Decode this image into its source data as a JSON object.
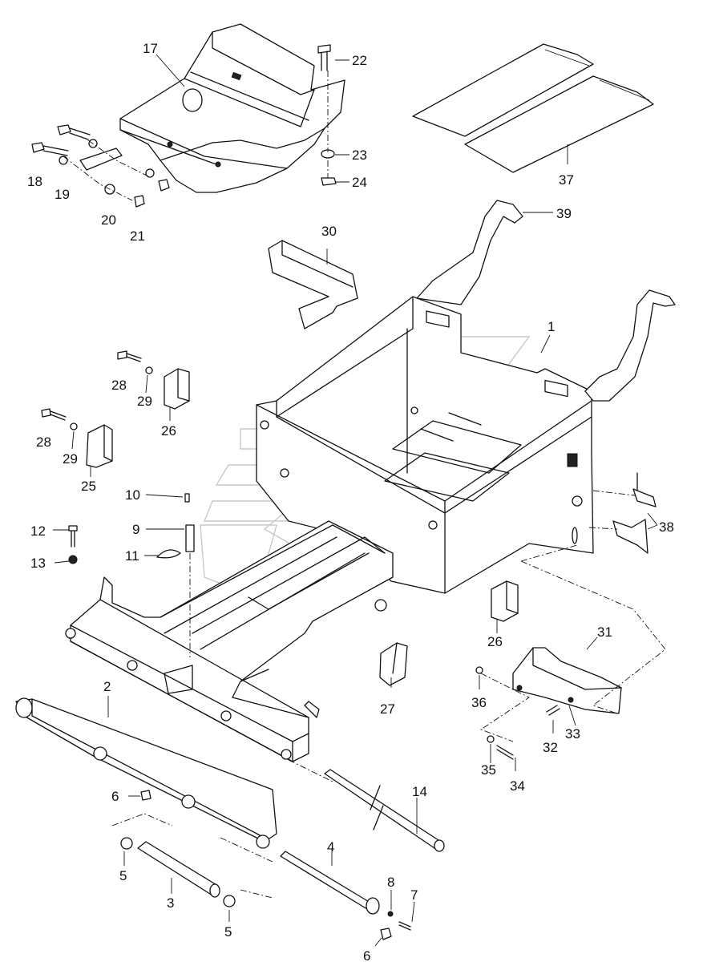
{
  "callouts": [
    {
      "id": "c1",
      "text": "1"
    },
    {
      "id": "c2",
      "text": "2"
    },
    {
      "id": "c3",
      "text": "3"
    },
    {
      "id": "c4",
      "text": "4"
    },
    {
      "id": "c5a",
      "text": "5"
    },
    {
      "id": "c5b",
      "text": "5"
    },
    {
      "id": "c6a",
      "text": "6"
    },
    {
      "id": "c6b",
      "text": "6"
    },
    {
      "id": "c7",
      "text": "7"
    },
    {
      "id": "c8",
      "text": "8"
    },
    {
      "id": "c9",
      "text": "9"
    },
    {
      "id": "c10",
      "text": "10"
    },
    {
      "id": "c11",
      "text": "11"
    },
    {
      "id": "c12",
      "text": "12"
    },
    {
      "id": "c13",
      "text": "13"
    },
    {
      "id": "c14",
      "text": "14"
    },
    {
      "id": "c17",
      "text": "17"
    },
    {
      "id": "c18",
      "text": "18"
    },
    {
      "id": "c19",
      "text": "19"
    },
    {
      "id": "c20",
      "text": "20"
    },
    {
      "id": "c21",
      "text": "21"
    },
    {
      "id": "c22",
      "text": "22"
    },
    {
      "id": "c23",
      "text": "23"
    },
    {
      "id": "c24",
      "text": "24"
    },
    {
      "id": "c25",
      "text": "25"
    },
    {
      "id": "c26a",
      "text": "26"
    },
    {
      "id": "c26b",
      "text": "26"
    },
    {
      "id": "c27",
      "text": "27"
    },
    {
      "id": "c28a",
      "text": "28"
    },
    {
      "id": "c28b",
      "text": "28"
    },
    {
      "id": "c29a",
      "text": "29"
    },
    {
      "id": "c29b",
      "text": "29"
    },
    {
      "id": "c30",
      "text": "30"
    },
    {
      "id": "c31",
      "text": "31"
    },
    {
      "id": "c32",
      "text": "32"
    },
    {
      "id": "c33",
      "text": "33"
    },
    {
      "id": "c34",
      "text": "34"
    },
    {
      "id": "c35",
      "text": "35"
    },
    {
      "id": "c36",
      "text": "36"
    },
    {
      "id": "c37",
      "text": "37"
    },
    {
      "id": "c38",
      "text": "38"
    },
    {
      "id": "c39",
      "text": "39"
    }
  ]
}
